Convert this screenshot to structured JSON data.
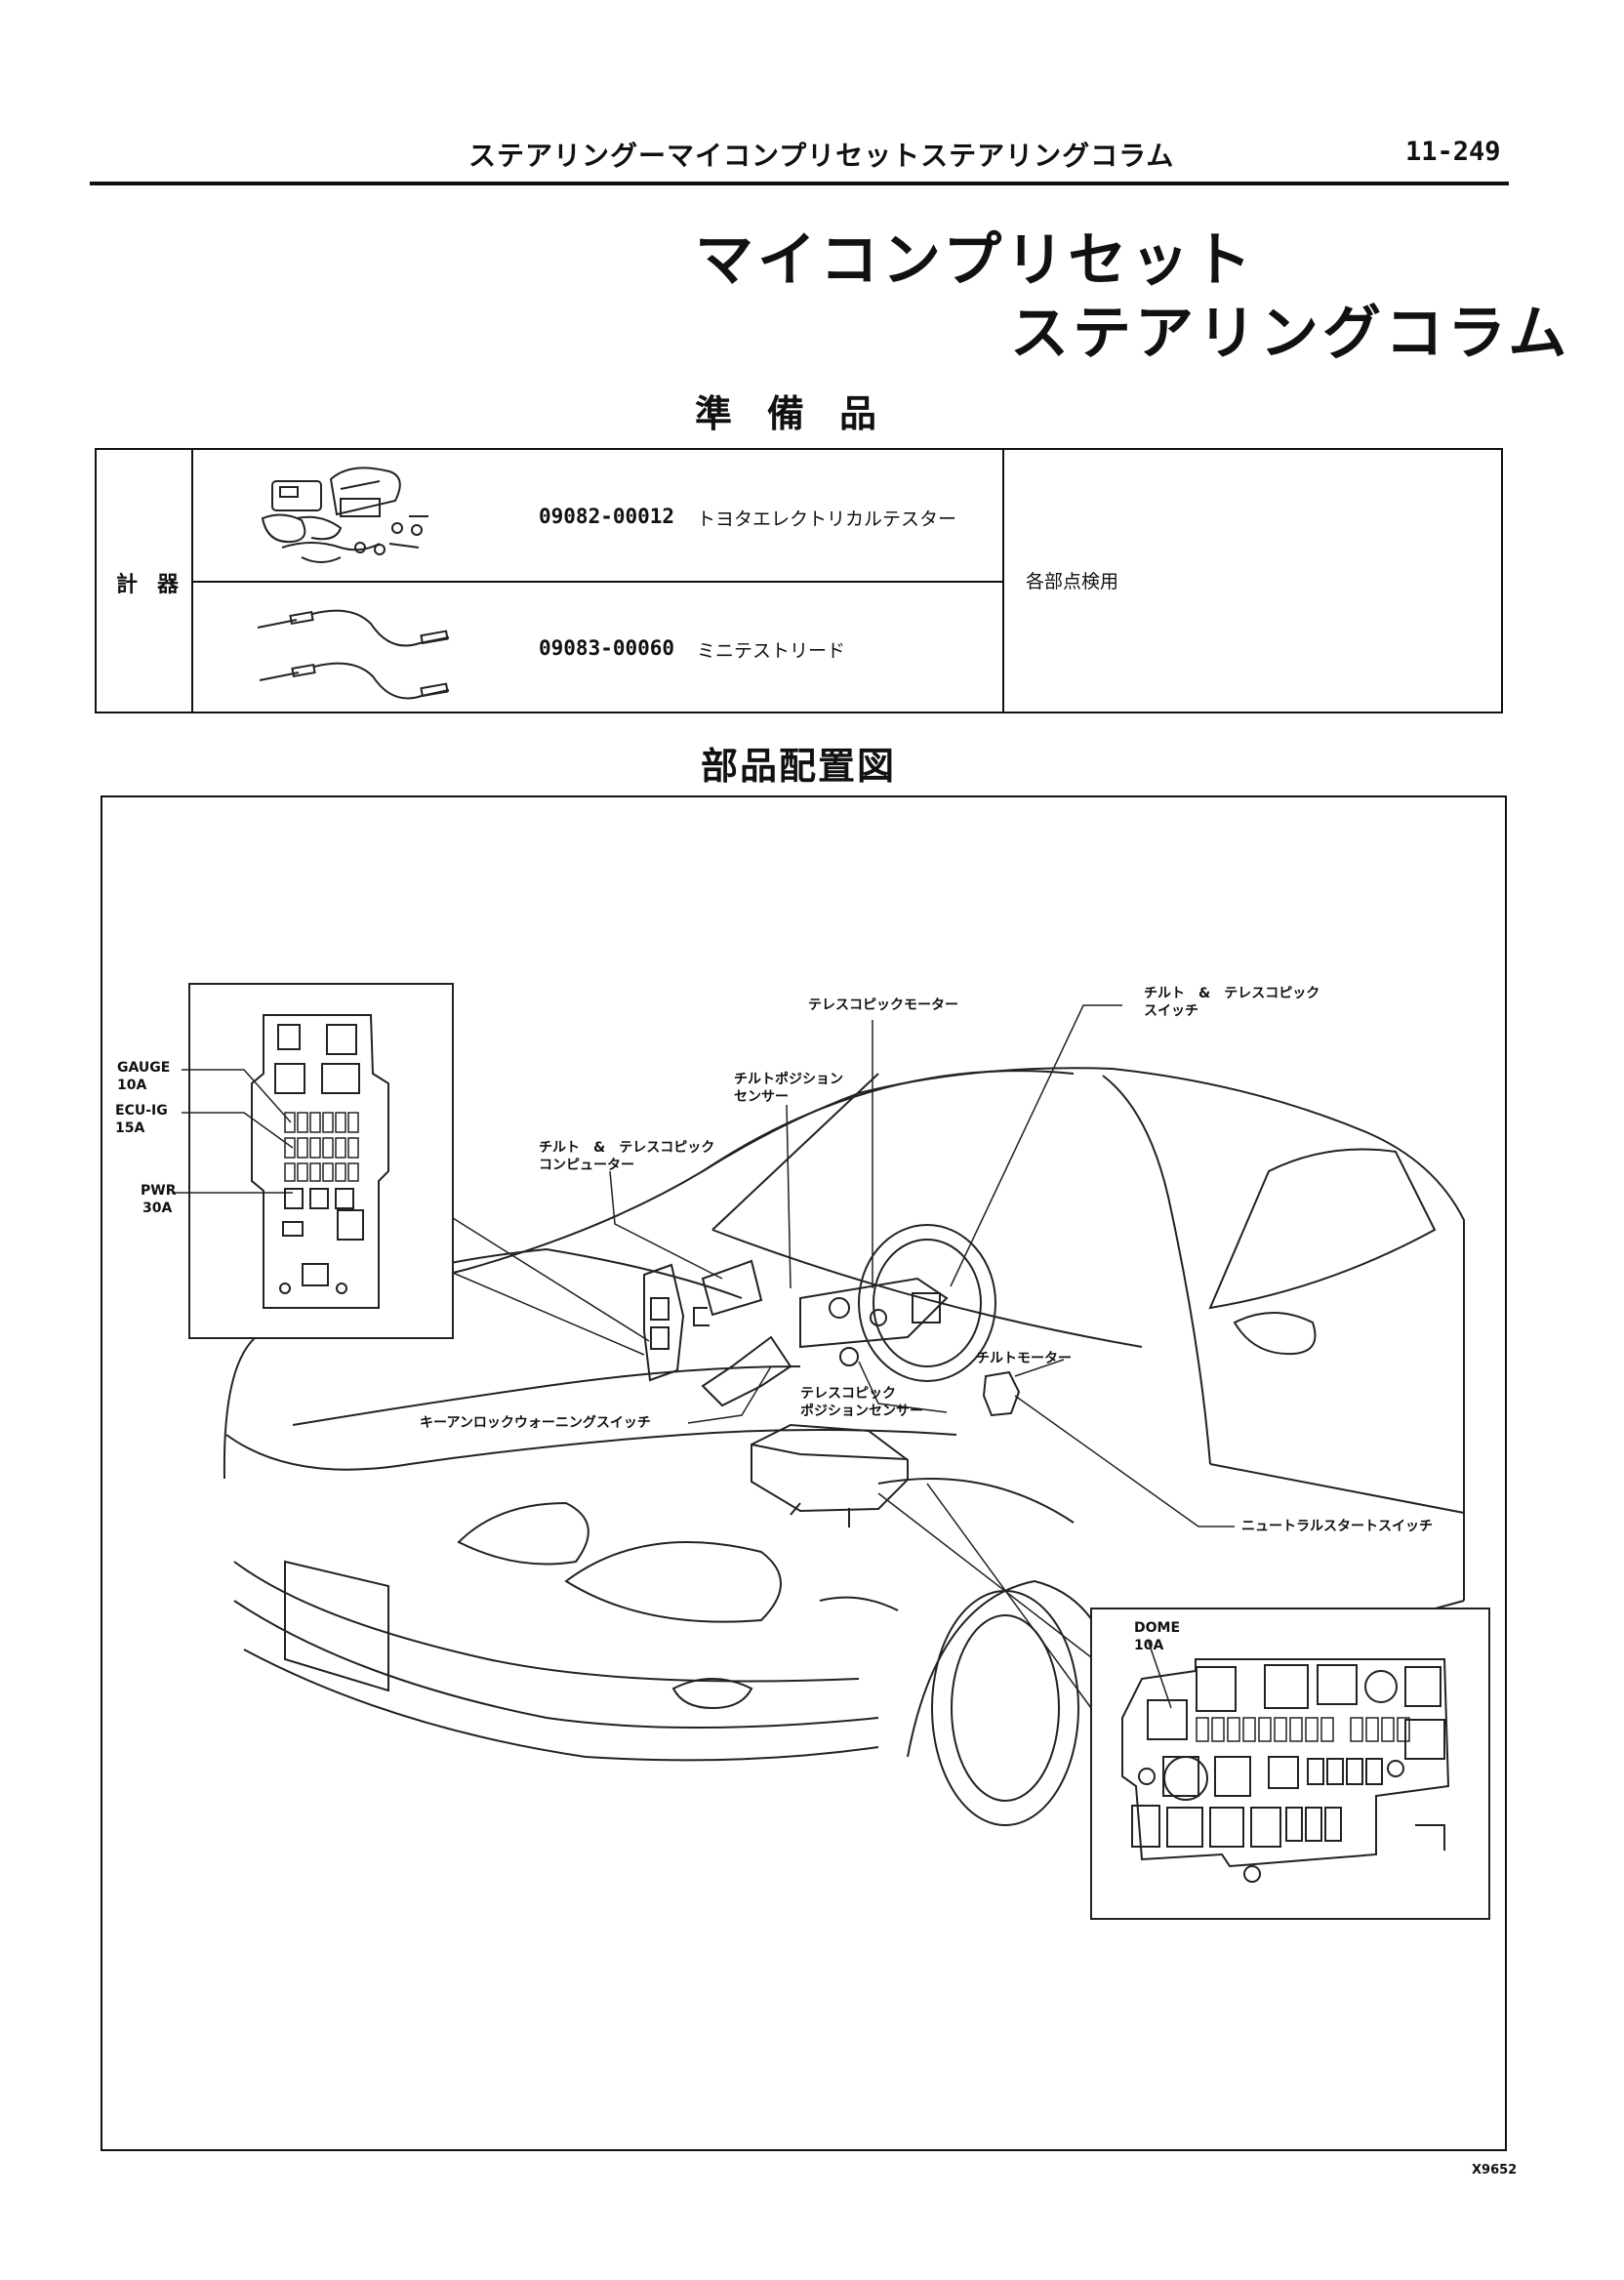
{
  "header": {
    "title": "ステアリングーマイコンプリセットステアリングコラム",
    "page_number": "11-249"
  },
  "main_title": {
    "line1": "マイコンプリセット",
    "line2": "ステアリングコラム"
  },
  "prep": {
    "section_title": "準備品",
    "category": "計器",
    "items": [
      {
        "part_no": "09082-00012",
        "name": "トヨタエレクトリカルテスター"
      },
      {
        "part_no": "09083-00060",
        "name": "ミニテストリード"
      }
    ],
    "note": "各部点検用"
  },
  "layout_section": {
    "title": "部品配置図",
    "diagram_code": "X9652",
    "labels": {
      "telescopic_motor": "テレスコピックモーター",
      "tilt_tele_switch_1": "チルト　&　テレスコピック",
      "tilt_tele_switch_2": "スイッチ",
      "tilt_pos_sensor_1": "チルトポジション",
      "tilt_pos_sensor_2": "センサー",
      "computer_1": "チルト　&　テレスコピック",
      "computer_2": "コンピューター",
      "tilt_motor": "チルトモーター",
      "tele_pos_sensor_1": "テレスコピック",
      "tele_pos_sensor_2": "ポジションセンサー",
      "key_unlock_switch": "キーアンロックウォーニングスイッチ",
      "neutral_start_switch": "ニュートラルスタートスイッチ"
    },
    "left_fuse_box": {
      "gauge_name": "GAUGE",
      "gauge_amp": "10A",
      "ecu_name": "ECU-IG",
      "ecu_amp": "15A",
      "pwr_name": "PWR",
      "pwr_amp": "30A"
    },
    "right_fuse_box": {
      "dome_name": "DOME",
      "dome_amp": "10A"
    }
  }
}
